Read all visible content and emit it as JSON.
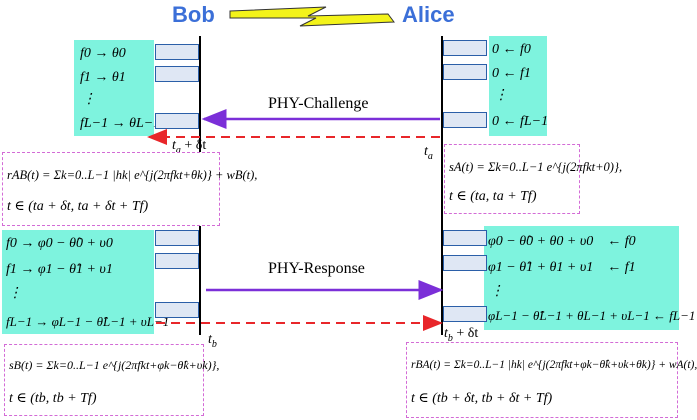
{
  "headers": {
    "bob": "Bob",
    "alice": "Alice"
  },
  "arrows": {
    "challenge": "PHY-Challenge",
    "response": "PHY-Response"
  },
  "colors": {
    "teal": "#7ef3de",
    "purple": "#7b2fd8",
    "red": "#e8262a",
    "blue": "#3b6fd8",
    "bolt": "#f3f31a"
  },
  "times": {
    "ta": "t",
    "ta_sub": "a",
    "ta_dt": "t",
    "ta_dt_sub": "a",
    "ta_dt_tail": "+ δt",
    "tb": "t",
    "tb_sub": "b",
    "tb_dt": "t",
    "tb_dt_sub": "b",
    "tb_dt_tail": "+ δt"
  },
  "bob_top": [
    "f0 → θ0",
    "f1 → θ1",
    "⋮",
    "fL−1 → θL−1"
  ],
  "alice_top": [
    "0 ← f0",
    "0 ← f1",
    "⋮",
    "0 ← fL−1"
  ],
  "bob_mid": [
    "f0 → φ0 − θ̂0 + υ0",
    "f1 → φ1 − θ̂1 + υ1",
    "⋮",
    "fL−1 → φL−1 − θ̂L−1 + υL−1"
  ],
  "alice_mid": [
    "φ0 − θ̂0 + θ0 + υ0    ← f0",
    "φ1 − θ̂1 + θ1 + υ1    ← f1",
    "⋮",
    "φL−1 − θ̂L−1 + θL−1 + υL−1 ← fL−1"
  ],
  "eqs": {
    "rab": "rAB(t) = Σk=0..L−1 |hk| e^{j(2πfkt+θk)} + wB(t),",
    "rab_range": "t ∈ (ta + δt, ta + δt + Tf)",
    "sa": "sA(t) = Σk=0..L−1 e^{j(2πfkt+0)},",
    "sa_range": "t ∈ (ta, ta + Tf)",
    "sb": "sB(t) = Σk=0..L−1 e^{j(2πfkt+φk−θ̂k+υk)},",
    "sb_range": "t ∈ (tb, tb + Tf)",
    "rba": "rBA(t) = Σk=0..L−1 |hk| e^{j(2πfkt+φk−θ̂k+υk+θk)} + wA(t),",
    "rba_range": "t ∈ (tb + δt, tb + δt + Tf)"
  }
}
